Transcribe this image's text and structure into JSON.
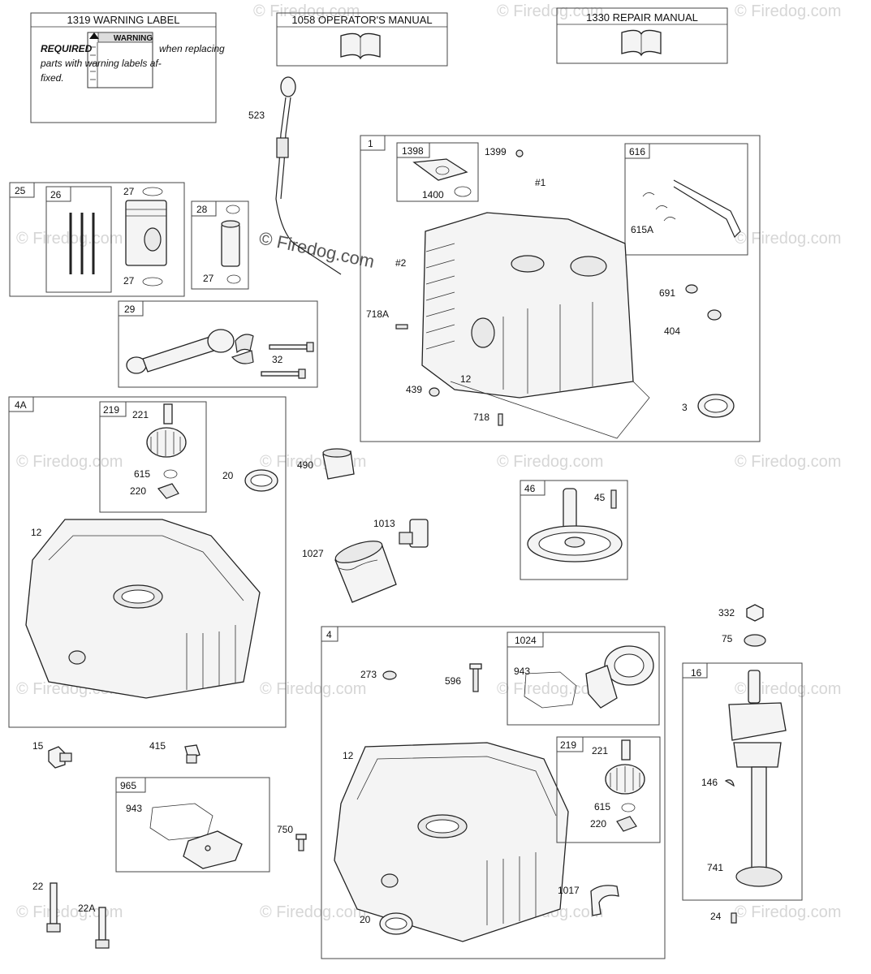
{
  "header_boxes": {
    "warning_label": "1319 WARNING LABEL",
    "operators_manual": "1058 OPERATOR'S MANUAL",
    "repair_manual": "1330 REPAIR MANUAL"
  },
  "warning_text": {
    "line1_bold": "REQUIRED",
    "line1_rest": "when replacing",
    "line2": "parts with warning labels af-",
    "line3": "fixed.",
    "sticker_title": "WARNING"
  },
  "watermark": {
    "main": "© Firedog.com",
    "repeat": "© Firedog.com"
  },
  "group_tabs": {
    "g1": "1",
    "g1398": "1398",
    "g616": "616",
    "g25": "25",
    "g26": "26",
    "g28": "28",
    "g29": "29",
    "g4A": "4A",
    "g219a": "219",
    "g46": "46",
    "g4": "4",
    "g1024": "1024",
    "g219b": "219",
    "g965": "965",
    "g16": "16"
  },
  "part_labels": {
    "p523": "523",
    "p1399": "1399",
    "p1400": "1400",
    "p615A": "615A",
    "p1": "#1",
    "p2": "#2",
    "p718A": "718A",
    "p691": "691",
    "p404": "404",
    "p439": "439",
    "p12a": "12",
    "p718": "718",
    "p3": "3",
    "p27a": "27",
    "p27b": "27",
    "p27c": "27",
    "p32": "32",
    "p221a": "221",
    "p615a": "615",
    "p220a": "220",
    "p20a": "20",
    "p12b": "12",
    "p490": "490",
    "p1013": "1013",
    "p1027": "1027",
    "p45": "45",
    "p332": "332",
    "p75": "75",
    "p273": "273",
    "p596": "596",
    "p943a": "943",
    "p12c": "12",
    "p221b": "221",
    "p615b": "615",
    "p220b": "220",
    "p1017": "1017",
    "p20b": "20",
    "p146": "146",
    "p741": "741",
    "p24": "24",
    "p15": "15",
    "p415": "415",
    "p943b": "943",
    "p750": "750",
    "p22": "22",
    "p22A": "22A"
  }
}
